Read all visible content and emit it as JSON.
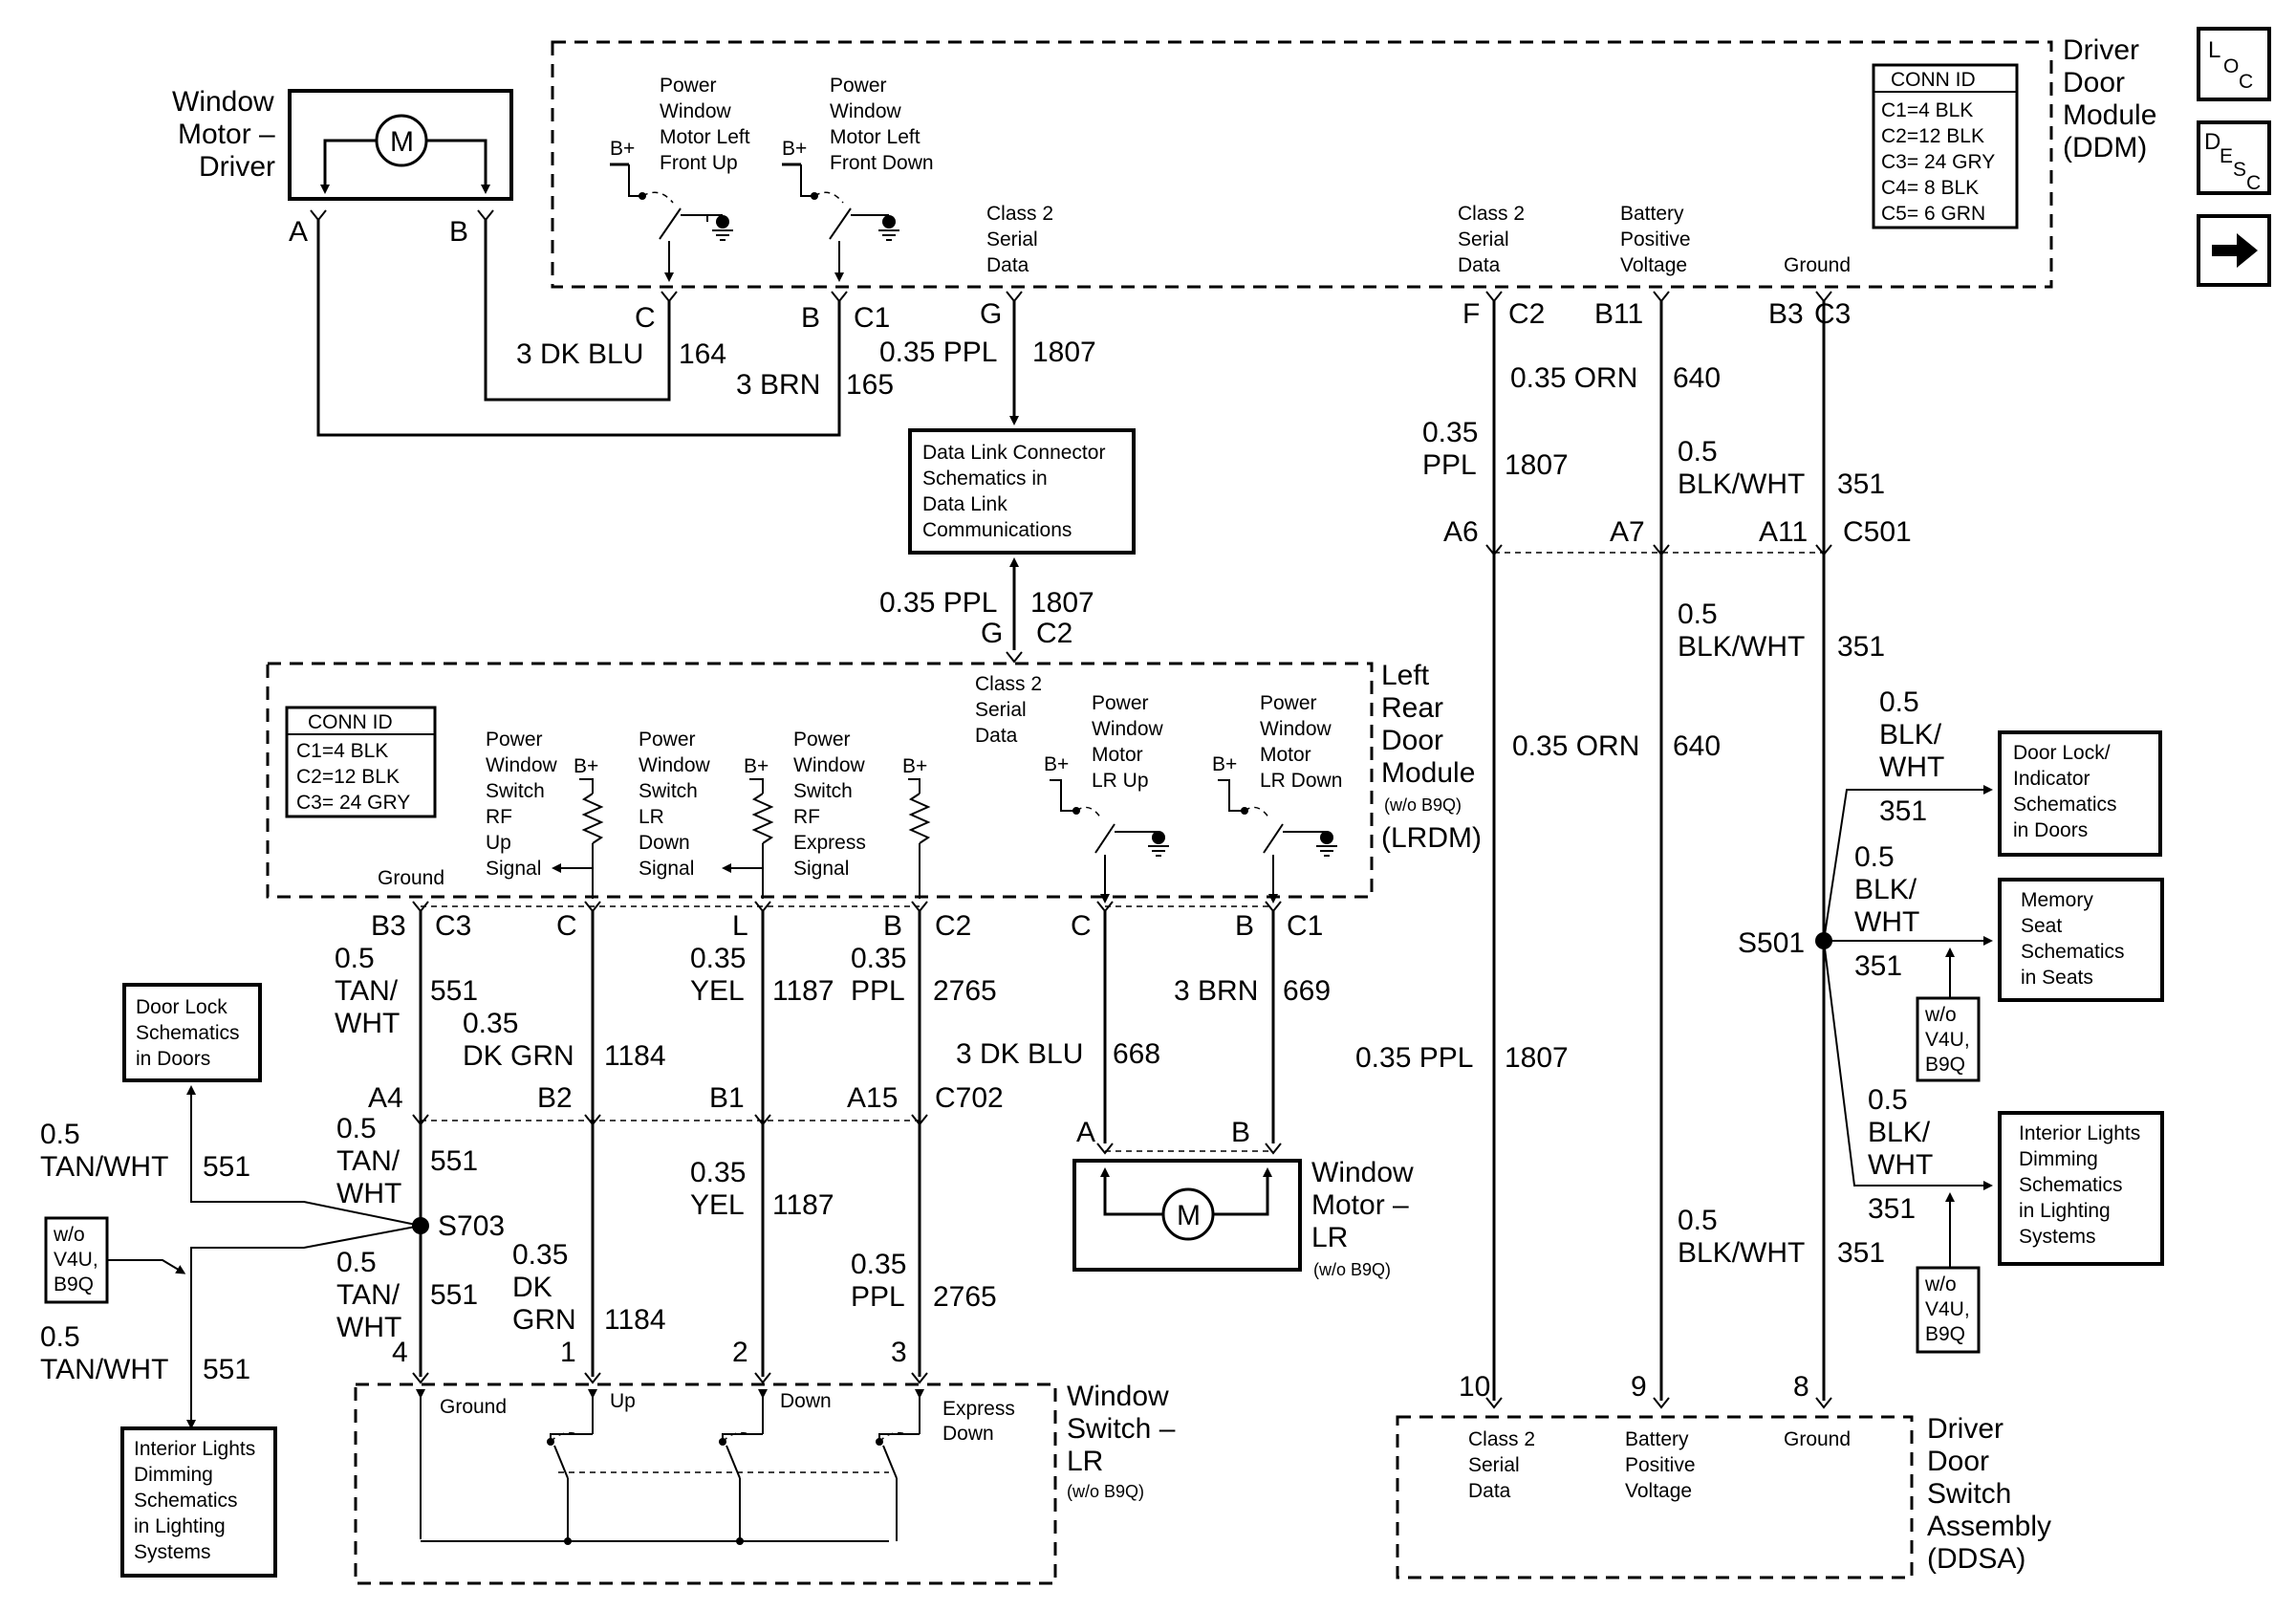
{
  "ddm": {
    "title": [
      "Driver",
      "Door",
      "Module",
      "(DDM)"
    ],
    "conn_id_title": "CONN ID",
    "conn_id": [
      "C1=4 BLK",
      "C2=12 BLK",
      "C3= 24 GRY",
      "C4= 8 BLK",
      "C5= 6 GRN"
    ],
    "sw_lf_up": [
      "Power",
      "Window",
      "Motor Left",
      "Front Up"
    ],
    "sw_lf_down": [
      "Power",
      "Window",
      "Motor Left",
      "Front Down"
    ],
    "bplus": "B+",
    "class2": [
      "Class 2",
      "Serial",
      "Data"
    ],
    "batt": [
      "Battery",
      "Positive",
      "Voltage"
    ],
    "ground": "Ground",
    "pins": {
      "c": "C",
      "b": "B",
      "c1": "C1",
      "g": "G",
      "f": "F",
      "c2": "C2",
      "b11": "B11",
      "b3": "B3",
      "c3": "C3"
    }
  },
  "motor_driver": {
    "title": [
      "Window",
      "Motor –",
      "Driver"
    ],
    "motor": "M",
    "pin_a": "A",
    "pin_b": "B"
  },
  "wires_top": {
    "w1": "3 DK BLU",
    "w1c": "164",
    "w2": "3 BRN",
    "w2c": "165",
    "w3": "0.35 PPL",
    "w3c": "1807",
    "w4": "0.35 ORN",
    "w4c": "640",
    "w5a": "0.35",
    "w5b": "PPL",
    "w5c": "1807",
    "w6a": "0.5",
    "w6b": "BLK/WHT",
    "w6c": "351"
  },
  "dlc": {
    "text": [
      "Data Link Connector",
      "Schematics in",
      "Data Link",
      "Communications"
    ],
    "w": "0.35 PPL",
    "wc": "1807",
    "pin_g": "G",
    "pin_c2": "C2"
  },
  "c501": {
    "a6": "A6",
    "a7": "A7",
    "a11": "A11",
    "c501": "C501"
  },
  "lrdm": {
    "title": [
      "Left",
      "Rear",
      "Door",
      "Module"
    ],
    "sub": "(w/o B9Q)",
    "abbr": "(LRDM)",
    "conn_id_title": "CONN ID",
    "conn_id": [
      "C1=4 BLK",
      "C2=12 BLK",
      "C3= 24 GRY"
    ],
    "sig_rf_up": [
      "Power",
      "Window",
      "Switch",
      "RF",
      "Up",
      "Signal"
    ],
    "sig_lr_down": [
      "Power",
      "Window",
      "Switch",
      "LR",
      "Down",
      "Signal"
    ],
    "sig_rf_exp": [
      "Power",
      "Window",
      "Switch",
      "RF",
      "Express",
      "Signal"
    ],
    "class2": [
      "Class 2",
      "Serial",
      "Data"
    ],
    "mot_lr_up": [
      "Power",
      "Window",
      "Motor",
      "LR Up"
    ],
    "mot_lr_down": [
      "Power",
      "Window",
      "Motor",
      "LR Down"
    ],
    "ground": "Ground",
    "bplus": "B+",
    "pins": {
      "b3": "B3",
      "c3": "C3",
      "c": "C",
      "l": "L",
      "b": "B",
      "c2": "C2",
      "c_b": "C",
      "b_b": "B",
      "c1": "C1"
    }
  },
  "lr_wires": {
    "tan1a": "0.5",
    "tan1b": "TAN/",
    "tan1c": "WHT",
    "tan1n": "551",
    "dkgrn1a": "0.35",
    "dkgrn1b": "DK GRN",
    "dkgrn1n": "1184",
    "yel1a": "0.35",
    "yel1b": "YEL",
    "yel1n": "1187",
    "ppl1a": "0.35",
    "ppl1b": "PPL",
    "ppl1n": "2765",
    "dkblu": "3 DK BLU",
    "dkblun": "668",
    "brn": "3 BRN",
    "brnn": "669",
    "ppl_mid": "0.35 PPL",
    "ppl_midn": "1807",
    "orn_mid": "0.35 ORN",
    "orn_midn": "640",
    "blk_mid_a": "0.5",
    "blk_mid_b": "BLK/WHT",
    "blk_mid_n": "351"
  },
  "c702": {
    "a4": "A4",
    "b2": "B2",
    "b1": "B1",
    "a15": "A15",
    "c702": "C702"
  },
  "lower_wires": {
    "tan2a": "0.5",
    "tan2b": "TAN/",
    "tan2c": "WHT",
    "tan2n": "551",
    "yel2a": "0.35",
    "yel2b": "YEL",
    "yel2n": "1187",
    "tan3a": "0.5",
    "tan3b": "TAN/",
    "tan3c": "WHT",
    "tan3n": "551",
    "dkgrn2a": "0.35",
    "dkgrn2b": "DK",
    "dkgrn2c": "GRN",
    "dkgrn2n": "1184",
    "ppl2a": "0.35",
    "ppl2b": "PPL",
    "ppl2n": "2765",
    "blk_low_a": "0.5",
    "blk_low_b": "BLK/WHT",
    "blk_low_n": "351",
    "tanl1a": "0.5",
    "tanl1b": "TAN/WHT",
    "tanl1n": "551",
    "tanl2a": "0.5",
    "tanl2b": "TAN/WHT",
    "tanl2n": "551"
  },
  "s703": "S703",
  "s501": "S501",
  "door_lock_left": [
    "Door Lock",
    "Schematics",
    "in Doors"
  ],
  "int_lights_left": [
    "Interior Lights",
    "Dimming",
    "Schematics",
    "in Lighting",
    "Systems"
  ],
  "wo_v4u_left": [
    "w/o",
    "V4U,",
    "B9Q"
  ],
  "motor_lr": {
    "title": [
      "Window",
      "Motor –",
      "LR"
    ],
    "sub": "(w/o B9Q)",
    "motor": "M",
    "pin_a": "A",
    "pin_b": "B"
  },
  "switch_lr": {
    "title": [
      "Window",
      "Switch –",
      "LR"
    ],
    "sub": "(w/o B9Q)",
    "ground": "Ground",
    "up": "Up",
    "down": "Down",
    "express": [
      "Express",
      "Down"
    ],
    "pins": [
      "4",
      "1",
      "2",
      "3"
    ]
  },
  "right_branch": {
    "w1a": "0.5",
    "w1b": "BLK/",
    "w1c": "WHT",
    "w1n": "351",
    "w2a": "0.5",
    "w2b": "BLK/",
    "w2c": "WHT",
    "w2n": "351",
    "w3a": "0.5",
    "w3b": "BLK/",
    "w3c": "WHT",
    "w3n": "351",
    "door_lock": [
      "Door Lock/",
      "Indicator",
      "Schematics",
      "in Doors"
    ],
    "mem_seat": [
      "Memory",
      "Seat",
      "Schematics",
      "in Seats"
    ],
    "int_lights": [
      "Interior Lights",
      "Dimming",
      "Schematics",
      "in Lighting",
      "Systems"
    ],
    "wo1": [
      "w/o",
      "V4U,",
      "B9Q"
    ],
    "wo2": [
      "w/o",
      "V4U,",
      "B9Q"
    ]
  },
  "ddsa": {
    "title": [
      "Driver",
      "Door",
      "Switch",
      "Assembly",
      "(DDSA)"
    ],
    "class2": [
      "Class 2",
      "Serial",
      "Data"
    ],
    "batt": [
      "Battery",
      "Positive",
      "Voltage"
    ],
    "ground": "Ground",
    "pins": [
      "10",
      "9",
      "8"
    ]
  },
  "nav": {
    "loc": [
      "L",
      "O",
      "C"
    ],
    "desc": [
      "D",
      "E",
      "S",
      "C"
    ],
    "next_icon": "right-arrow-icon"
  }
}
